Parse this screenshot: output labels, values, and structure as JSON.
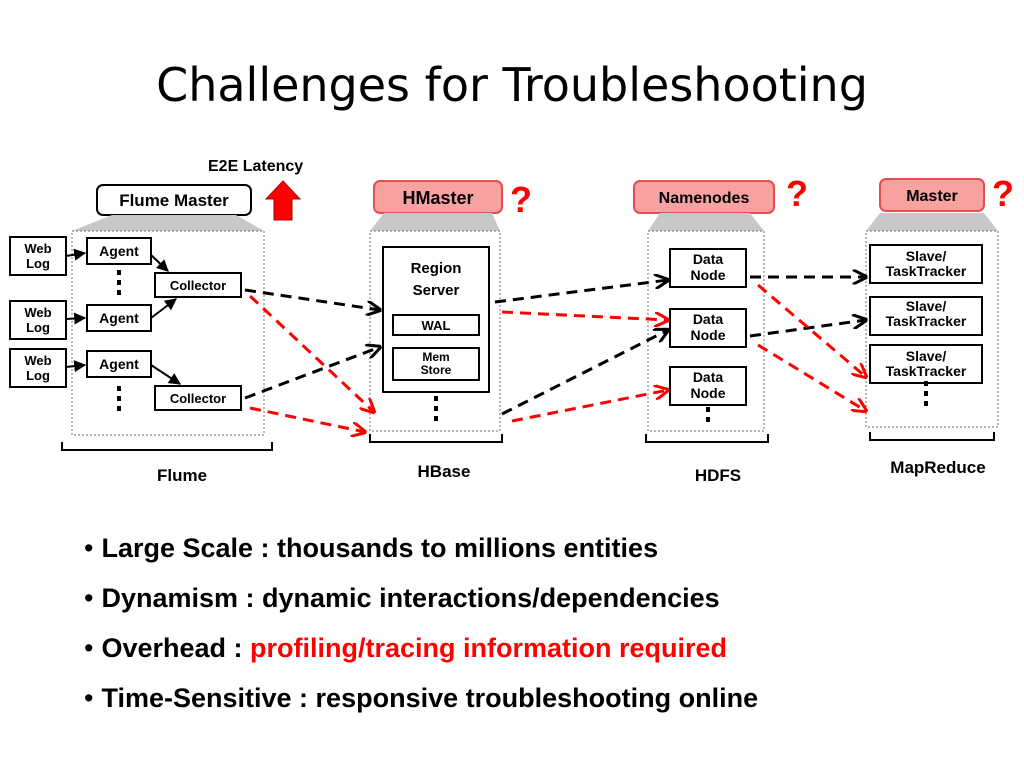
{
  "slide": {
    "title": "Challenges for Troubleshooting"
  },
  "diagram": {
    "e2e_latency": "E2E Latency",
    "question_mark": "?",
    "flume": {
      "master": "Flume Master",
      "group_label": "Flume",
      "web_log": "Web Log",
      "agent": "Agent",
      "collector": "Collector"
    },
    "hbase": {
      "master": "HMaster",
      "group_label": "HBase",
      "region_server": "Region Server",
      "wal": "WAL",
      "mem_store": "Mem Store"
    },
    "hdfs": {
      "master": "Namenodes",
      "group_label": "HDFS",
      "data_node": "Data Node"
    },
    "mapreduce": {
      "master": "Master",
      "group_label": "MapReduce",
      "slave": "Slave/ TaskTracker"
    },
    "colors": {
      "highlight_red": "#ff0000",
      "flow_black": "#000000",
      "master_fill": "#f7a1a1"
    }
  },
  "bullets": [
    {
      "term": "Large Scale :",
      "desc": "thousands to millions entities",
      "desc_highlight": false
    },
    {
      "term": "Dynamism :",
      "desc": "dynamic interactions/dependencies",
      "desc_highlight": false
    },
    {
      "term": "Overhead :",
      "desc": "profiling/tracing information required",
      "desc_highlight": true
    },
    {
      "term": "Time-Sensitive :",
      "desc": "responsive troubleshooting online",
      "desc_highlight": false
    }
  ]
}
